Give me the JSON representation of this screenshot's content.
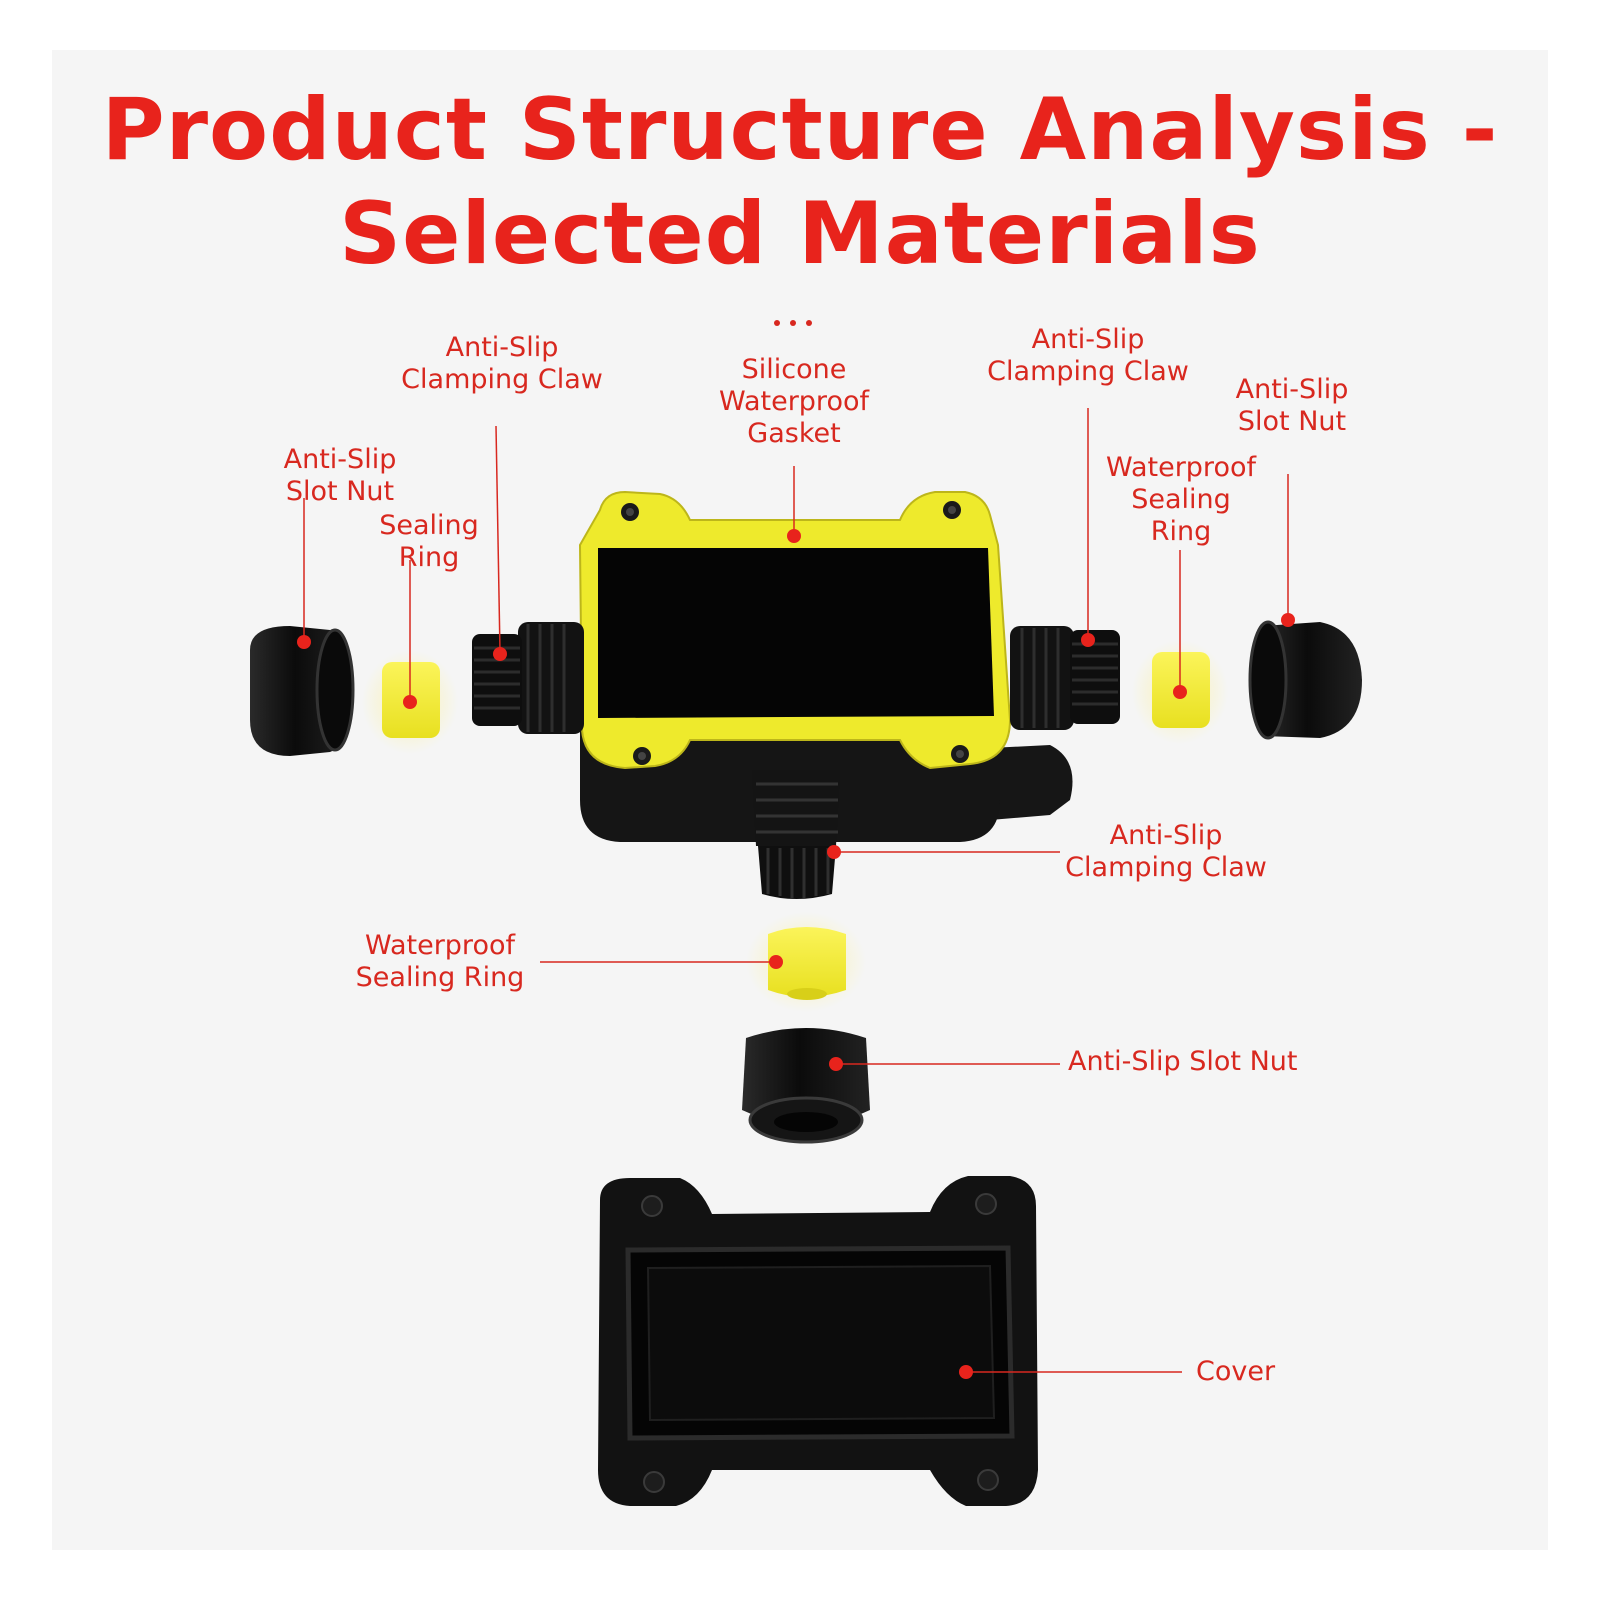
{
  "title": {
    "line1": "Product Structure Analysis -",
    "line2": "Selected Materials"
  },
  "colors": {
    "title": "#e8231c",
    "label": "#d8281f",
    "part_body": "#101010",
    "gasket": "#f0f02a",
    "sealing_ring": "#f5f03a"
  },
  "labels": {
    "left_slot_nut": "Anti-Slip\nSlot Nut",
    "left_sealing_ring": "Sealing\nRing",
    "left_claw": "Anti-Slip\nClamping Claw",
    "gasket": "Silicone\nWaterproof\nGasket",
    "right_claw": "Anti-Slip\nClamping Claw",
    "right_sealing_ring": "Waterproof\nSealing\nRing",
    "right_slot_nut": "Anti-Slip\nSlot Nut",
    "bottom_claw": "Anti-Slip\nClamping Claw",
    "bottom_sealing_ring": "Waterproof\nSealing Ring",
    "bottom_slot_nut": "Anti-Slip Slot Nut",
    "cover": "Cover"
  }
}
